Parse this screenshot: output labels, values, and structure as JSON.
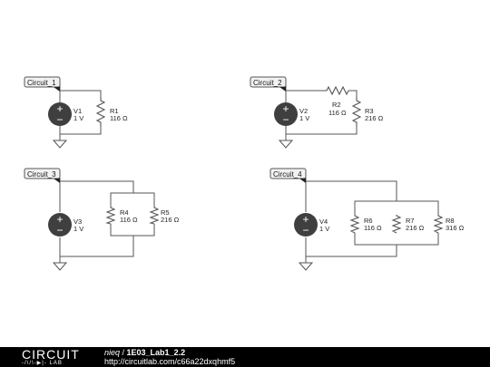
{
  "circuits": [
    {
      "label": "Circuit_1",
      "source": {
        "name": "V1",
        "value": "1 V"
      },
      "resistors": [
        {
          "name": "R1",
          "value": "116 Ω"
        }
      ]
    },
    {
      "label": "Circuit_2",
      "source": {
        "name": "V2",
        "value": "1 V"
      },
      "resistors": [
        {
          "name": "R2",
          "value": "116 Ω"
        },
        {
          "name": "R3",
          "value": "216 Ω"
        }
      ]
    },
    {
      "label": "Circuit_3",
      "source": {
        "name": "V3",
        "value": "1 V"
      },
      "resistors": [
        {
          "name": "R4",
          "value": "116 Ω"
        },
        {
          "name": "R5",
          "value": "216 Ω"
        }
      ]
    },
    {
      "label": "Circuit_4",
      "source": {
        "name": "V4",
        "value": "1 V"
      },
      "resistors": [
        {
          "name": "R6",
          "value": "116 Ω"
        },
        {
          "name": "R7",
          "value": "216 Ω"
        },
        {
          "name": "R8",
          "value": "316 Ω"
        }
      ]
    }
  ],
  "footer": {
    "logo_top": "CIRCUIT",
    "logo_bottom": "LAB",
    "user": "nieq",
    "separator": " / ",
    "title": "1E03_Lab1_2.2",
    "url": "http://circuitlab.com/c66a22dxqhmf5"
  },
  "colors": {
    "wire": "#555555",
    "source_fill": "#3f3f3f",
    "label_bg": "#f2f2f2",
    "footer_bg": "#000000"
  }
}
